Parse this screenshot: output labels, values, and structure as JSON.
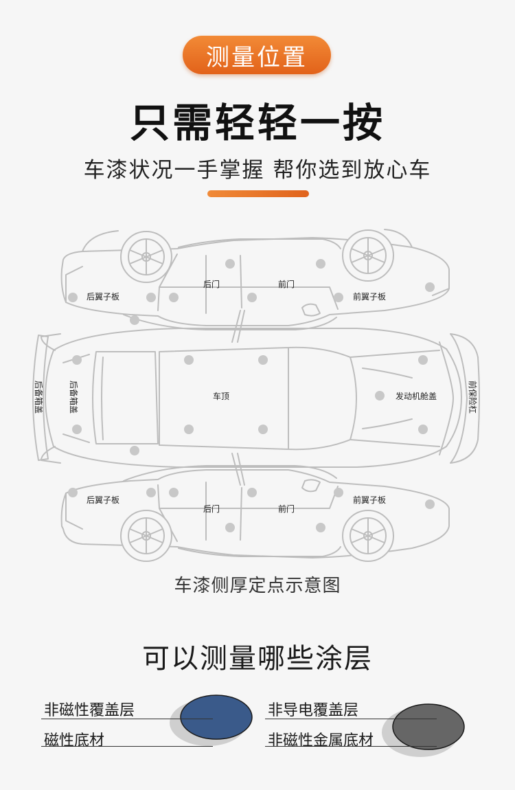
{
  "header": {
    "badge": "测量位置",
    "headline": "只需轻轻一按",
    "subline": "车漆状况一手掌握 帮你选到放心车"
  },
  "diagram": {
    "caption": "车漆侧厚定点示意图",
    "parts": {
      "top_rear_fender": "后翼子板",
      "top_rear_door": "后门",
      "top_front_door": "前门",
      "top_front_fender": "前翼子板",
      "rear_bumper": "后备箱盖",
      "trunk_lid": "后备箱盖",
      "roof": "车顶",
      "hood": "发动机舱盖",
      "front_bumper": "前保险杠",
      "bottom_rear_fender": "后翼子板",
      "bottom_rear_door": "后门",
      "bottom_front_door": "前门",
      "bottom_front_fender": "前翼子板"
    }
  },
  "coatings": {
    "title": "可以测量哪些涂层",
    "left": {
      "top_label": "非磁性覆盖层",
      "bottom_label": "磁性底材",
      "color": "#3a5a8a"
    },
    "right": {
      "top_label": "非导电覆盖层",
      "bottom_label": "非磁性金属底材",
      "color": "#666666"
    }
  },
  "colors": {
    "accent": "#e8701f",
    "outline": "#bdbdbd",
    "dot": "#c8c8c8"
  }
}
